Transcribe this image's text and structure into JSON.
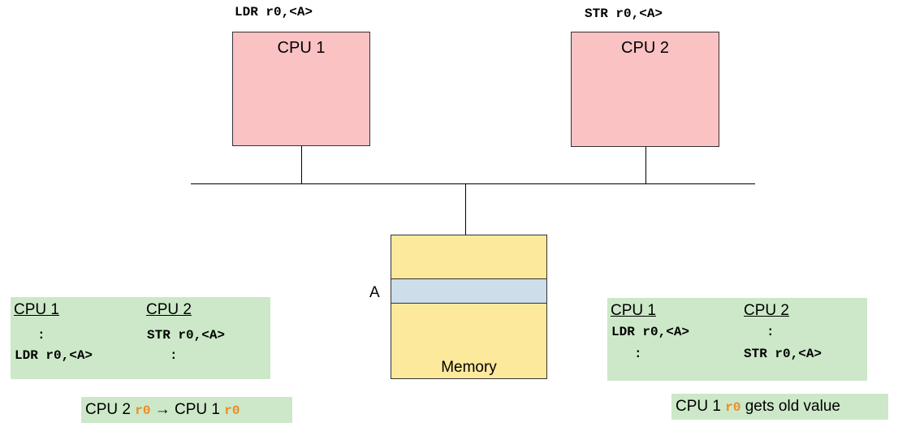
{
  "cpu1": {
    "label": "CPU 1",
    "instruction": "LDR r0,<A>"
  },
  "cpu2": {
    "label": "CPU 2",
    "instruction": "STR r0,<A>"
  },
  "memory": {
    "label": "Memory",
    "address_label": "A"
  },
  "left_box": {
    "col1_header": "CPU 1",
    "col2_header": "CPU 2",
    "col1_row1": ":",
    "col1_row2": "LDR r0,<A>",
    "col2_row1": "STR r0,<A>",
    "col2_row2": ":"
  },
  "right_box": {
    "col1_header": "CPU 1",
    "col2_header": "CPU 2",
    "col1_row1": "LDR r0,<A>",
    "col1_row2": ":",
    "col2_row1": ":",
    "col2_row2": "STR r0,<A>"
  },
  "left_note": {
    "part1": "CPU 2 ",
    "reg1": "r0",
    "part2": " → CPU 1 ",
    "reg2": "r0"
  },
  "right_note": {
    "part1": "CPU 1 ",
    "reg1": "r0",
    "part2": " gets old value"
  },
  "colors": {
    "cpu": "#fbc2c4",
    "memory": "#fce99c",
    "memory_cell": "#cddde9",
    "scenario_box": "#cce8c8",
    "register_highlight": "#f08a24"
  }
}
